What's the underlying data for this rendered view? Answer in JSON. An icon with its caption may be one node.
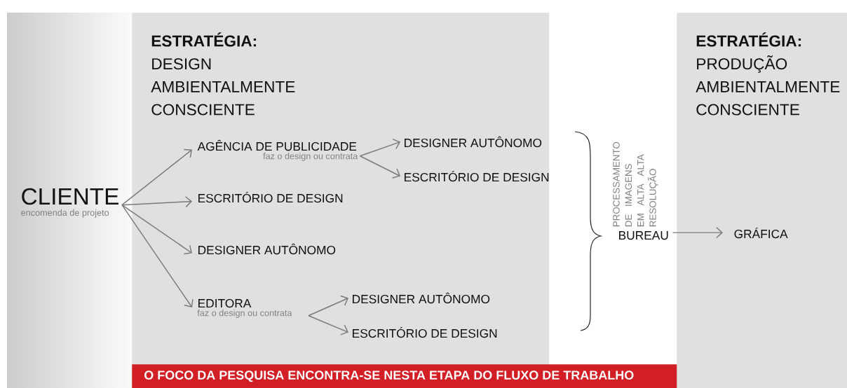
{
  "diagram": {
    "nodes": [
      {
        "text": [
          "CLIENTE",
          "encomenda de projeto"
        ]
      },
      {
        "text": [
          "ESTRATÉGIA:",
          "DESIGN AMBIENTALMENTE CONSCIENTE"
        ]
      },
      {
        "text": [
          "AGÊNCIA DE PUBLICIDADE"
        ],
        "beside": [
          "faz o design ou contrata"
        ],
        "in": 1
      },
      {
        "text": [
          "DESIGNER AUTÔNOMO"
        ],
        "in": 1
      },
      {
        "text": [
          "ESCRITÓRIO DE DESIGN"
        ],
        "in": 1
      },
      {
        "text": [
          "ESCRITÓRIO DE DESIGN"
        ],
        "in": 1
      },
      {
        "text": [
          "DESIGNER AUTÔNOMO"
        ],
        "in": 1
      },
      {
        "text": [
          "EDITORA"
        ],
        "beside": [
          "faz o design ou contrata"
        ],
        "in": 1
      },
      {
        "text": [
          "DESIGNER AUTÔNOMO"
        ],
        "in": 1
      },
      {
        "text": [
          "ESCRITÓRIO DE DESIGN"
        ],
        "in": 1
      },
      {
        "text": [
          "BUREAU"
        ],
        "beside": [
          "PROCESSAMENTO DE IMAGENS EM ALTA ALTA RESOLUÇÃO"
        ]
      },
      {
        "text": [
          "ESTRATÉGIA:",
          "PRODUÇÃO AMBIENTALMENTE CONSCIENTE"
        ]
      },
      {
        "text": [
          "GRÁFICA"
        ],
        "in": 11
      },
      {
        "text": [
          "O FOCO DA PESQUISA ENCONTRA-SE NESTA ETAPA DO FLUXO DE TRABALHO"
        ]
      }
    ],
    "edges": [
      {
        "from": 0,
        "to": 2,
        "arrow": "to"
      },
      {
        "from": 0,
        "to": 5,
        "arrow": "to"
      },
      {
        "from": 0,
        "to": 6,
        "arrow": "to"
      },
      {
        "from": 0,
        "to": 7,
        "arrow": "to"
      },
      {
        "from": 2,
        "to": 3,
        "arrow": "to"
      },
      {
        "from": 2,
        "to": 4,
        "arrow": "to"
      },
      {
        "from": 7,
        "to": 8,
        "arrow": "to"
      },
      {
        "from": 7,
        "to": 9,
        "arrow": "to"
      },
      {
        "from": 10,
        "to": 12,
        "arrow": "to"
      }
    ]
  }
}
